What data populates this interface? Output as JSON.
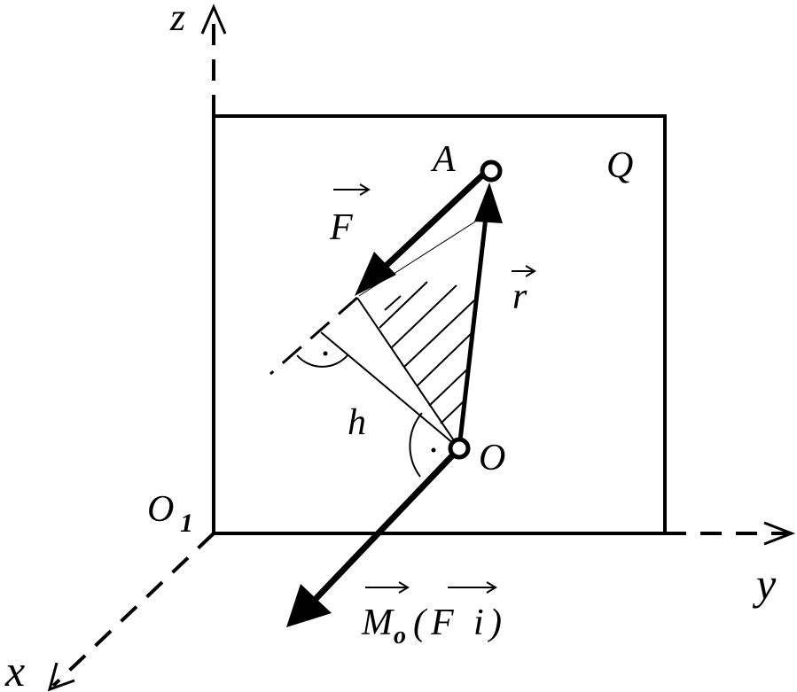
{
  "diagram": {
    "axes": {
      "z": "z",
      "y": "y",
      "x": "x"
    },
    "points": {
      "origin_base": "O",
      "origin_sub": "1",
      "A": "A",
      "O": "O"
    },
    "plane": "Q",
    "vectors": {
      "force": "F",
      "radius": "r",
      "moment_M": "M",
      "moment_sub": "o",
      "moment_open": "(",
      "moment_F": "F",
      "moment_i": "i",
      "moment_close": ")"
    },
    "arm": "h",
    "colors": {
      "stroke": "#000000",
      "background": "#ffffff"
    }
  }
}
